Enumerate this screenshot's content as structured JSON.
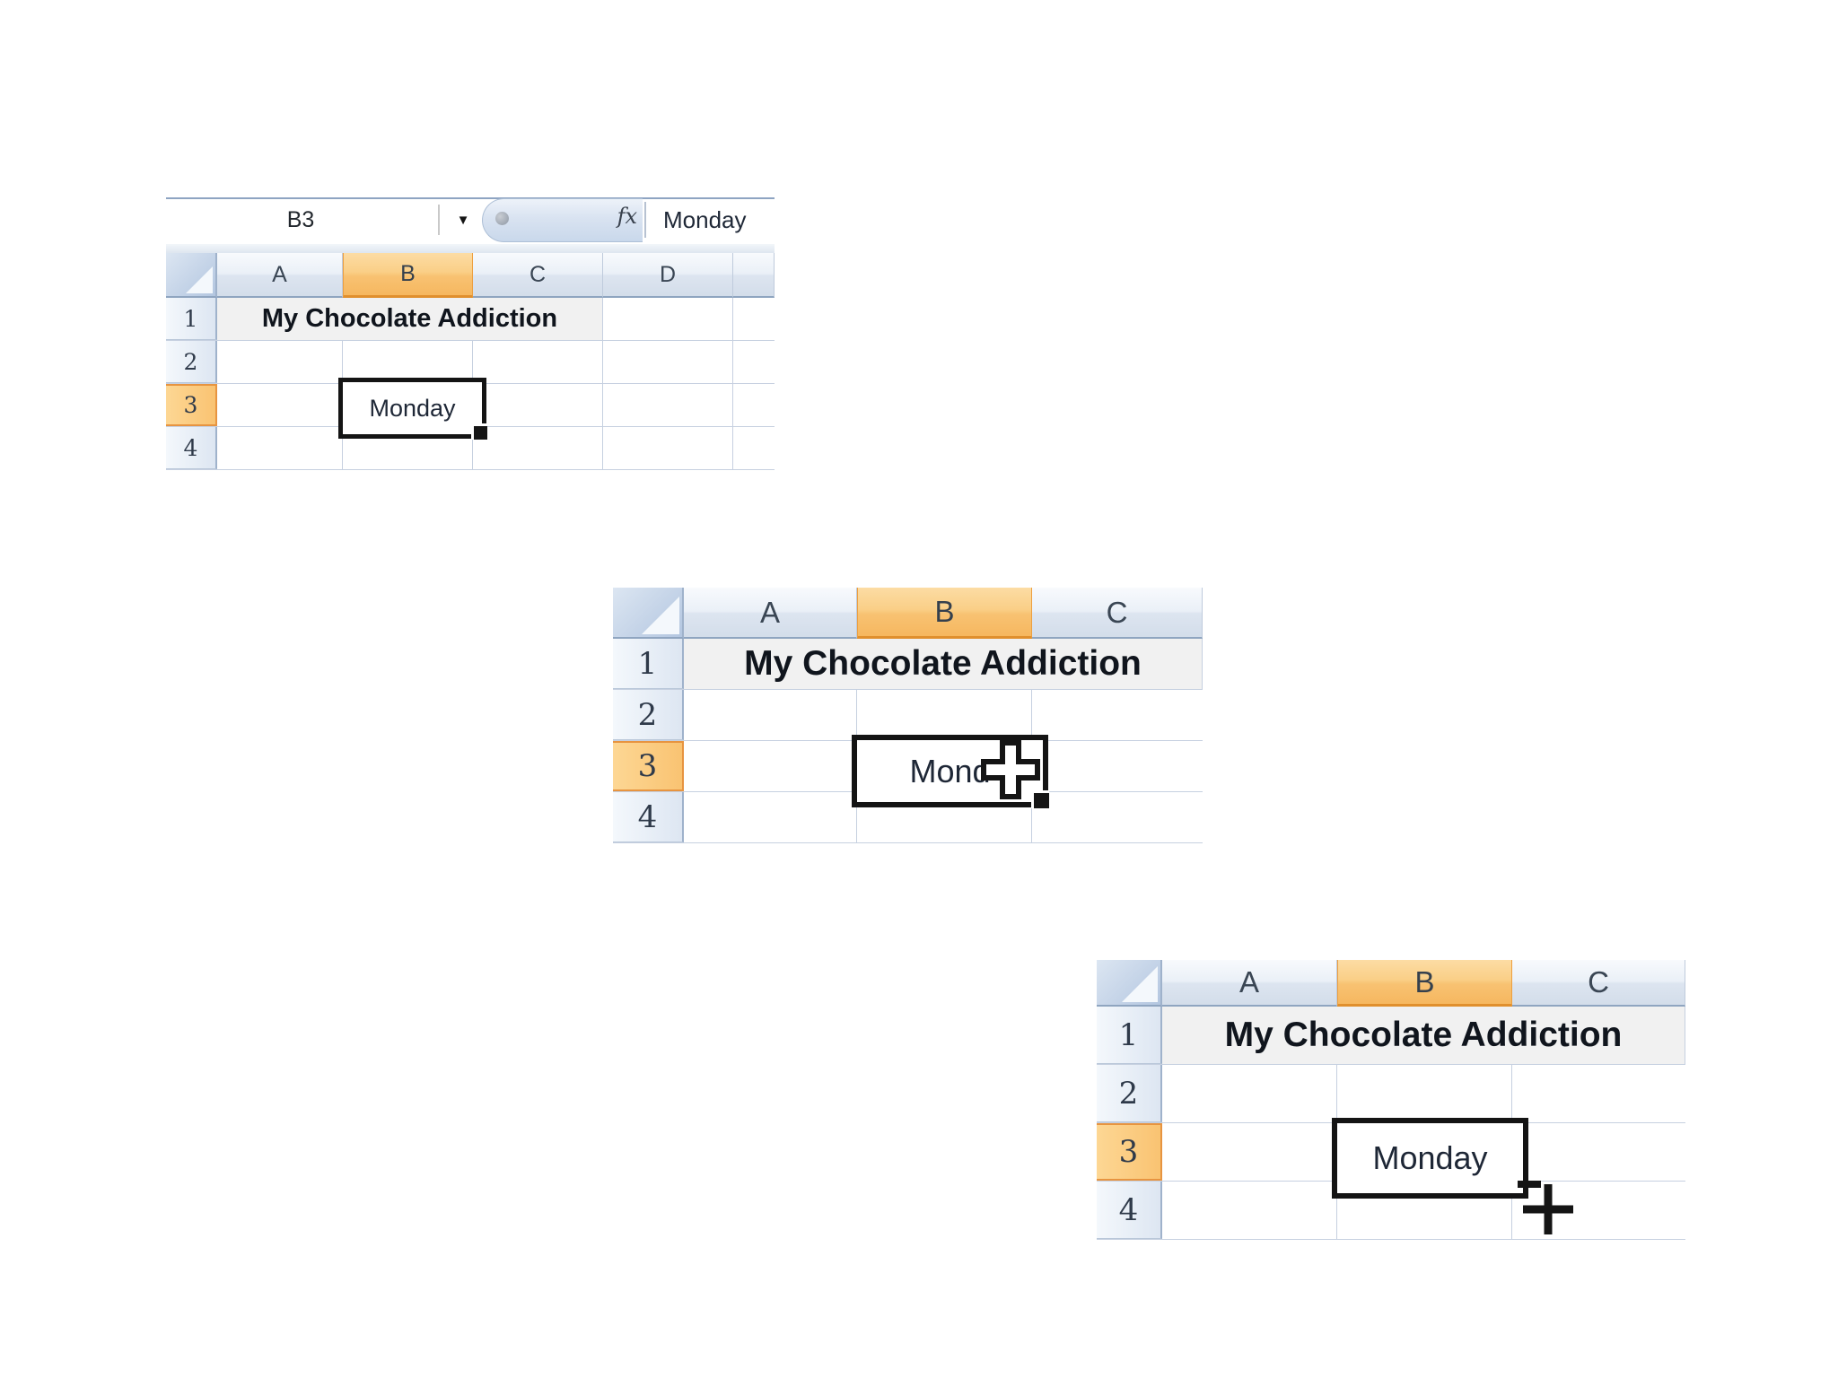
{
  "panels": {
    "panel1": {
      "name_box_value": "B3",
      "fx_label": "fx",
      "formula_value": "Monday",
      "columns": [
        "A",
        "B",
        "C",
        "D"
      ],
      "rows": [
        "1",
        "2",
        "3",
        "4"
      ],
      "title": "My Chocolate Addiction",
      "cell_b3": "Monday",
      "selected_cell": "B3"
    },
    "panel2": {
      "columns": [
        "A",
        "B",
        "C"
      ],
      "rows": [
        "1",
        "2",
        "3",
        "4"
      ],
      "title": "My Chocolate Addiction",
      "cell_b3": "Mond",
      "cursor": "white-cross-select-cursor"
    },
    "panel3": {
      "columns": [
        "A",
        "B",
        "C"
      ],
      "rows": [
        "1",
        "2",
        "3",
        "4"
      ],
      "title": "My Chocolate Addiction",
      "cell_b3": "Monday",
      "cursor": "fill-handle-cross-cursor"
    }
  },
  "icons": {
    "chevron_down": "▼"
  },
  "colors": {
    "selected_header_orange": "#F8BE6A",
    "header_blue": "#DEE6F1",
    "grid_line": "#C6D0E0",
    "selection_border": "#141414",
    "title_row_bg": "#F1F1F1"
  }
}
